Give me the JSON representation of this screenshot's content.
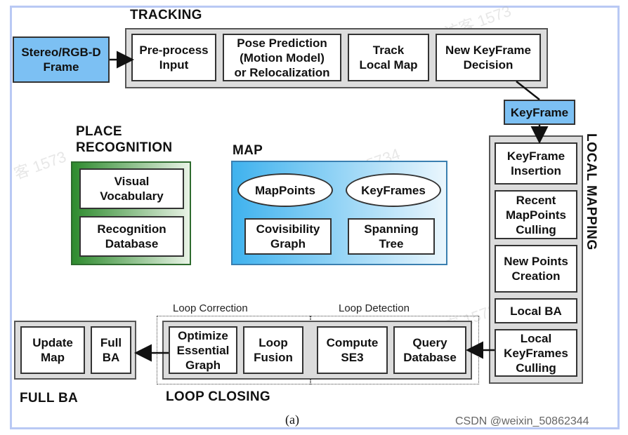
{
  "tracking": {
    "title": "TRACKING",
    "input": "Stereo/RGB-D\nFrame",
    "steps": [
      "Pre-process\nInput",
      "Pose Prediction\n(Motion Model)\nor Relocalization",
      "Track\nLocal Map",
      "New KeyFrame\nDecision"
    ]
  },
  "keyframe_label": "KeyFrame",
  "place_recognition": {
    "title": "PLACE\nRECOGNITION",
    "items": [
      "Visual\nVocabulary",
      "Recognition\nDatabase"
    ]
  },
  "map": {
    "title": "MAP",
    "ellipses": [
      "MapPoints",
      "KeyFrames"
    ],
    "boxes": [
      "Covisibility\nGraph",
      "Spanning\nTree"
    ]
  },
  "local_mapping": {
    "title": "LOCAL MAPPING",
    "steps": [
      "KeyFrame\nInsertion",
      "Recent\nMapPoints\nCulling",
      "New Points\nCreation",
      "Local BA",
      "Local\nKeyFrames\nCulling"
    ]
  },
  "loop_closing": {
    "title": "LOOP CLOSING",
    "correction_label": "Loop Correction",
    "detection_label": "Loop Detection",
    "correction_steps": [
      "Optimize\nEssential\nGraph",
      "Loop\nFusion"
    ],
    "detection_steps": [
      "Compute\nSE3",
      "Query\nDatabase"
    ]
  },
  "full_ba": {
    "title": "FULL BA",
    "steps": [
      "Update\nMap",
      "Full\nBA"
    ]
  },
  "caption": "(a)",
  "credit": "CSDN @weixin_50862344",
  "colors": {
    "section_bg": "#dcdcdc",
    "input_blue": "#7cc0f3",
    "place_green": "#2e8b2e",
    "map_blue": "#3fb2ee"
  }
}
